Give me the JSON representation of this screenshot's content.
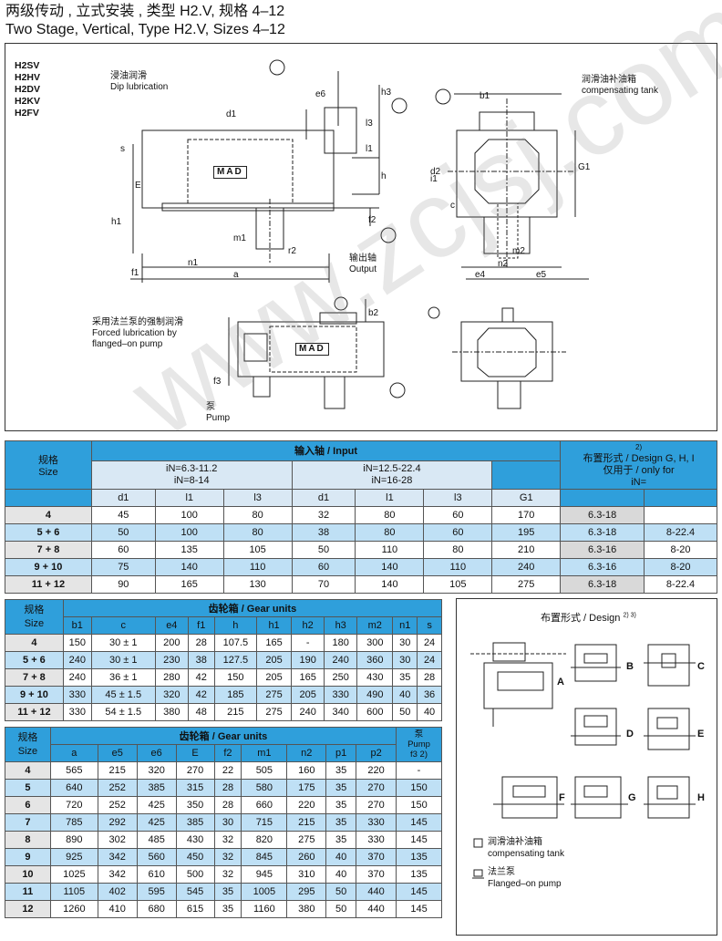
{
  "title_cn": "两级传动 , 立式安装 , 类型 H2.V, 规格 4–12",
  "title_en": "Two Stage, Vertical, Type H2.V, Sizes 4–12",
  "models": [
    "H2SV",
    "H2HV",
    "H2DV",
    "H2KV",
    "H2FV"
  ],
  "drawing_labels": {
    "dip_cn": "浸油润滑",
    "dip_en": "Dip lubrication",
    "tank_cn": "润滑油补油箱",
    "tank_en": "compensating tank",
    "output_cn": "输出轴",
    "output_en": "Output",
    "forced_cn": "采用法兰泵的强制润滑",
    "forced_en1": "Forced lubrication by",
    "forced_en2": "flanged–on pump",
    "pump_cn": "泵",
    "pump_en": "Pump",
    "brand": "MAD",
    "dims": {
      "e6": "e6",
      "d1": "d1",
      "h3": "h3",
      "l3": "l3",
      "l1": "l1",
      "s": "s",
      "h": "h",
      "E": "E",
      "f2": "f2",
      "h1": "h1",
      "m1": "m1",
      "n1": "n1",
      "f1": "f1",
      "a": "a",
      "r2": "r2",
      "b1": "b1",
      "d2": "d2",
      "G": "G1",
      "n2": "n2",
      "e4": "e4",
      "e5": "e5",
      "m2": "m2",
      "b2": "b2",
      "c": "c",
      "f3": "f3",
      "i1": "i1"
    }
  },
  "input_table": {
    "size_cn": "规格",
    "size_en": "Size",
    "input_title": "输入轴 / Input",
    "g1_ratio_a": "iN=6.3-11.2",
    "g1_ratio_b": "iN=8-14",
    "g2_ratio_a": "iN=12.5-22.4",
    "g2_ratio_b": "iN=16-28",
    "design_note": "2)",
    "design_line1": "布置形式 / Design G, H, I",
    "design_line2": "仅用于 / only for",
    "design_line3": "iN=",
    "cols": [
      "d1",
      "l1",
      "l3",
      "d1",
      "l1",
      "l3",
      "G1"
    ],
    "rows": [
      {
        "size": "4",
        "v": [
          "45",
          "100",
          "80",
          "32",
          "80",
          "60",
          "170"
        ],
        "d1": "6.3-18",
        "d2": ""
      },
      {
        "size": "5 + 6",
        "v": [
          "50",
          "100",
          "80",
          "38",
          "80",
          "60",
          "195"
        ],
        "d1": "6.3-18",
        "d2": "8-22.4"
      },
      {
        "size": "7 + 8",
        "v": [
          "60",
          "135",
          "105",
          "50",
          "110",
          "80",
          "210"
        ],
        "d1": "6.3-16",
        "d2": "8-20"
      },
      {
        "size": "9 + 10",
        "v": [
          "75",
          "140",
          "110",
          "60",
          "140",
          "110",
          "240"
        ],
        "d1": "6.3-16",
        "d2": "8-20"
      },
      {
        "size": "11 + 12",
        "v": [
          "90",
          "165",
          "130",
          "70",
          "140",
          "105",
          "275"
        ],
        "d1": "6.3-18",
        "d2": "8-22.4"
      }
    ]
  },
  "gear_table1": {
    "title": "齿轮箱 / Gear units",
    "cols": [
      "b1",
      "c",
      "e4",
      "f1",
      "h",
      "h1",
      "h2",
      "h3",
      "m2",
      "n1",
      "s"
    ],
    "rows": [
      {
        "size": "4",
        "v": [
          "150",
          "30 ± 1",
          "200",
          "28",
          "107.5",
          "165",
          "-",
          "180",
          "300",
          "30",
          "24"
        ]
      },
      {
        "size": "5 + 6",
        "v": [
          "240",
          "30 ± 1",
          "230",
          "38",
          "127.5",
          "205",
          "190",
          "240",
          "360",
          "30",
          "24"
        ]
      },
      {
        "size": "7 + 8",
        "v": [
          "240",
          "36 ± 1",
          "280",
          "42",
          "150",
          "205",
          "165",
          "250",
          "430",
          "35",
          "28"
        ]
      },
      {
        "size": "9 + 10",
        "v": [
          "330",
          "45 ± 1.5",
          "320",
          "42",
          "185",
          "275",
          "205",
          "330",
          "490",
          "40",
          "36"
        ]
      },
      {
        "size": "11 + 12",
        "v": [
          "330",
          "54 ± 1.5",
          "380",
          "48",
          "215",
          "275",
          "240",
          "340",
          "600",
          "50",
          "40"
        ]
      }
    ]
  },
  "gear_table2": {
    "title": "齿轮箱 / Gear units",
    "pump_cn": "泵",
    "pump_en": "Pump",
    "pump_code": "f3 2)",
    "cols": [
      "a",
      "e5",
      "e6",
      "E",
      "f2",
      "m1",
      "n2",
      "p1",
      "p2"
    ],
    "rows": [
      {
        "size": "4",
        "v": [
          "565",
          "215",
          "320",
          "270",
          "22",
          "505",
          "160",
          "35",
          "220",
          "-"
        ]
      },
      {
        "size": "5",
        "v": [
          "640",
          "252",
          "385",
          "315",
          "28",
          "580",
          "175",
          "35",
          "270",
          "150"
        ]
      },
      {
        "size": "6",
        "v": [
          "720",
          "252",
          "425",
          "350",
          "28",
          "660",
          "220",
          "35",
          "270",
          "150"
        ]
      },
      {
        "size": "7",
        "v": [
          "785",
          "292",
          "425",
          "385",
          "30",
          "715",
          "215",
          "35",
          "330",
          "145"
        ]
      },
      {
        "size": "8",
        "v": [
          "890",
          "302",
          "485",
          "430",
          "32",
          "820",
          "275",
          "35",
          "330",
          "145"
        ]
      },
      {
        "size": "9",
        "v": [
          "925",
          "342",
          "560",
          "450",
          "32",
          "845",
          "260",
          "40",
          "370",
          "135"
        ]
      },
      {
        "size": "10",
        "v": [
          "1025",
          "342",
          "610",
          "500",
          "32",
          "945",
          "310",
          "40",
          "370",
          "135"
        ]
      },
      {
        "size": "11",
        "v": [
          "1105",
          "402",
          "595",
          "545",
          "35",
          "1005",
          "295",
          "50",
          "440",
          "145"
        ]
      },
      {
        "size": "12",
        "v": [
          "1260",
          "410",
          "680",
          "615",
          "35",
          "1160",
          "380",
          "50",
          "440",
          "145"
        ]
      }
    ]
  },
  "design_box": {
    "title": "布置形式 / Design",
    "note": "2) 3)",
    "letters": [
      "A",
      "B",
      "C",
      "D",
      "E",
      "F",
      "G",
      "H"
    ],
    "legend1_cn": "润滑油补油箱",
    "legend1_en": "compensating tank",
    "legend2_cn": "法兰泵",
    "legend2_en": "Flanged–on pump"
  },
  "watermark": "www.zcjsj.com"
}
